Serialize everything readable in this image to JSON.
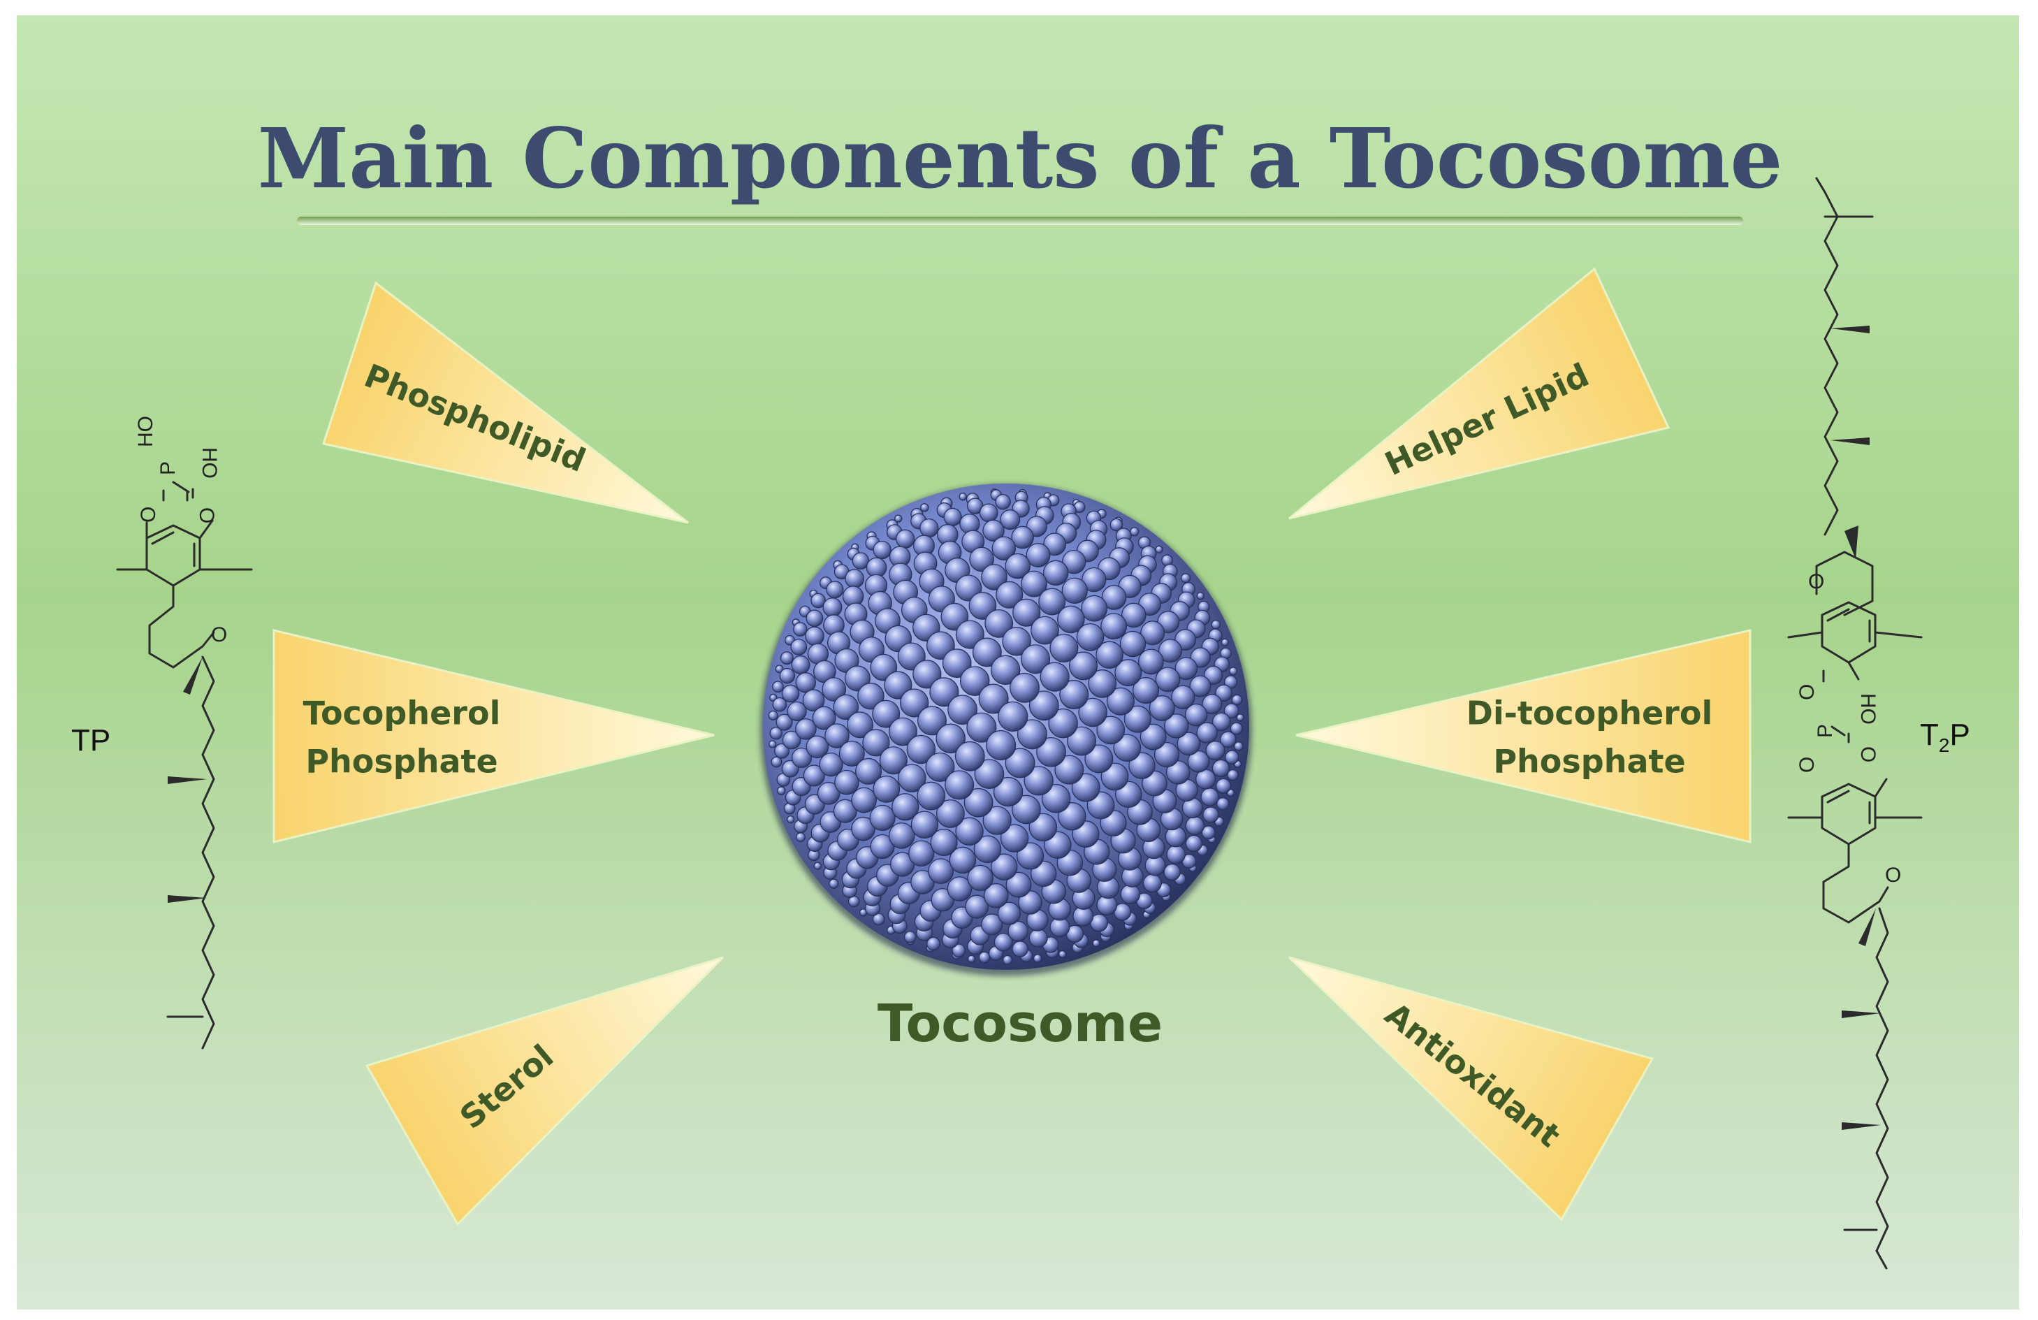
{
  "title": "Main Components of a Tocosome",
  "center_label": "Tocosome",
  "components": [
    {
      "id": "phospholipid",
      "lines": [
        "Phospholipid"
      ]
    },
    {
      "id": "tocopherol-phosphate",
      "lines": [
        "Tocopherol",
        "Phosphate"
      ]
    },
    {
      "id": "sterol",
      "lines": [
        "Sterol"
      ]
    },
    {
      "id": "helper-lipid",
      "lines": [
        "Helper Lipid"
      ]
    },
    {
      "id": "di-tocopherol-phosphate",
      "lines": [
        "Di-tocopherol",
        "Phosphate"
      ]
    },
    {
      "id": "antioxidant",
      "lines": [
        "Antioxidant"
      ]
    }
  ],
  "molecules": {
    "left_label": "TP",
    "right_label_main": "T",
    "right_label_sub": "2",
    "right_label_end": "P",
    "atoms": {
      "oxygen": "O",
      "phosphorus": "P",
      "hydroxyl": "HO"
    }
  },
  "colors": {
    "title": "#3d4b6e",
    "label_green": "#3f5a26",
    "bg_top": "#c3e6b1",
    "bg_mid": "#a6d38a",
    "bg_bottom": "#d6e7d3",
    "wedge_dark": "#f9d46d",
    "wedge_light": "#fff9dc",
    "sphere_blue": "#6b7fc7"
  }
}
